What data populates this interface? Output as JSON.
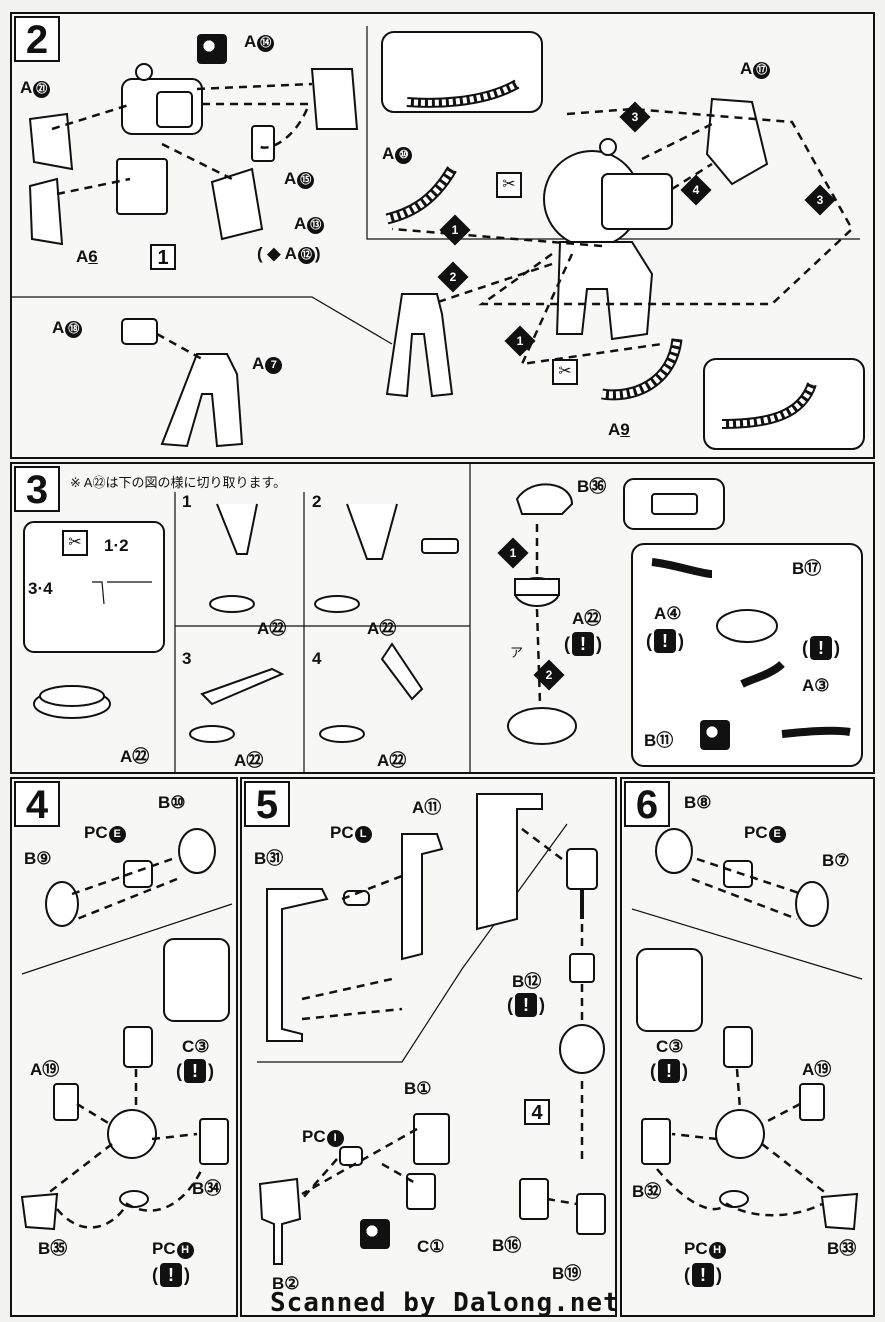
{
  "steps": {
    "s2": {
      "number": "2",
      "labels": {
        "a21": "A",
        "a21n": "㉑",
        "a14": "A",
        "a14n": "⑭",
        "a15": "A",
        "a15n": "⑮",
        "a6": "A",
        "a6n": "6",
        "a13": "A",
        "a13n": "⑬",
        "a12": "A",
        "a12n": "⑫",
        "a10": "A",
        "a10n": "⑩",
        "a17": "A",
        "a17n": "⑰",
        "a18": "A",
        "a18n": "⑱",
        "a7": "A",
        "a7n": "7",
        "a9": "A",
        "a9n": "9",
        "box1": "1"
      },
      "seq": {
        "s1": "1",
        "s2": "2",
        "s3": "3",
        "s4": "4"
      }
    },
    "s3": {
      "number": "3",
      "note": "※ A㉒は下の図の様に切り取ります。",
      "sub": {
        "n1": "1",
        "n2": "2",
        "n3": "3",
        "n4": "4"
      },
      "guide": {
        "ab": "1·2",
        "cd": "3·4"
      },
      "a22": "A㉒",
      "b36": "B㊱",
      "b17": "B⑰",
      "a4": "A④",
      "a3": "A③",
      "b11": "B⑪",
      "mark_a": "ア",
      "seq": {
        "s1": "1",
        "s2": "2"
      },
      "warn": "!"
    },
    "s4": {
      "number": "4",
      "b10": "B⑩",
      "pce": "PC",
      "pcen": "E",
      "b9": "B⑨",
      "c3": "C③",
      "a19": "A⑲",
      "b34": "B㉞",
      "b35": "B㉟",
      "pch": "PC",
      "pchn": "H",
      "warn": "!"
    },
    "s5": {
      "number": "5",
      "a11": "A⑪",
      "b31": "B㉛",
      "pcl": "PC",
      "pcln": "L",
      "b12": "B⑫",
      "box4": "4",
      "b1": "B①",
      "pci": "PC",
      "pcin": "I",
      "c1": "C①",
      "b2": "B②",
      "b16": "B⑯",
      "b19": "B⑲",
      "warn": "!"
    },
    "s6": {
      "number": "6",
      "b8": "B⑧",
      "pce": "PC",
      "pcen": "E",
      "b7": "B⑦",
      "c3": "C③",
      "a19": "A⑲",
      "b32": "B㉜",
      "b33": "B㉝",
      "pch": "PC",
      "pchn": "H",
      "warn": "!"
    }
  },
  "footer": "Scanned by Dalong.net"
}
